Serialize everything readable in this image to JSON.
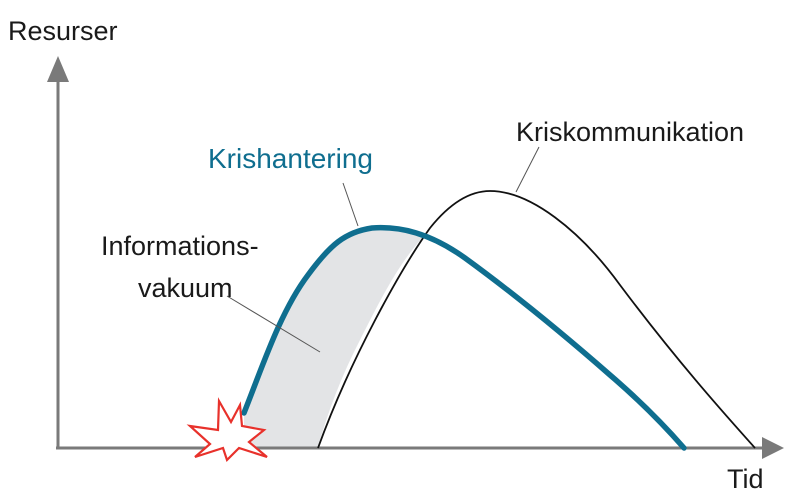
{
  "axes": {
    "y_label": "Resurser",
    "x_label": "Tid"
  },
  "curves": {
    "crisis_management": {
      "label": "Krishantering",
      "color": "#0f6e8f"
    },
    "crisis_communication": {
      "label": "Kriskommunikation",
      "color": "#111111"
    }
  },
  "gap": {
    "label_line1": "Informations-",
    "label_line2": "vakuum",
    "fill_color": "#e3e4e6"
  },
  "event_marker": {
    "icon": "explosion-icon",
    "color": "#e8312b"
  },
  "axis_color": "#7a7a7a"
}
